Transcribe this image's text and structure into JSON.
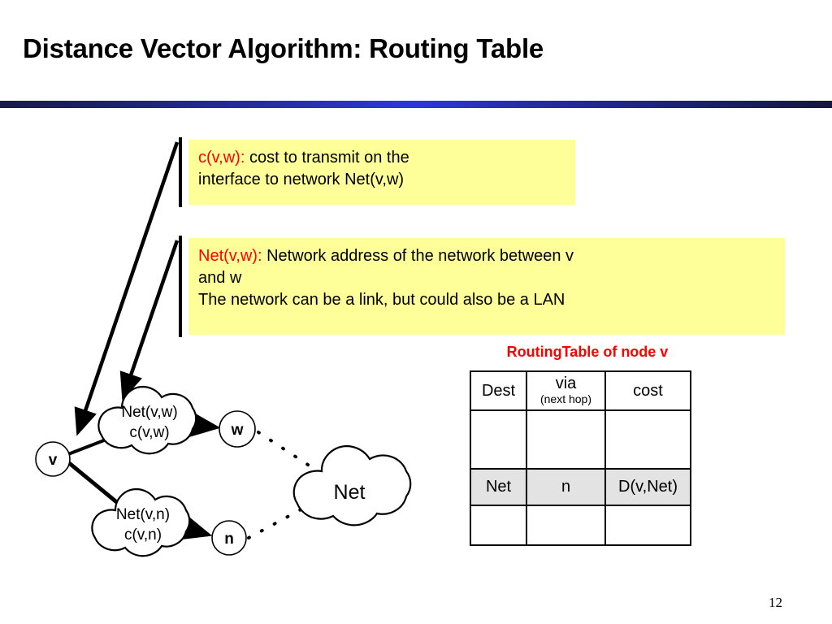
{
  "slide": {
    "title": "Distance Vector Algorithm: Routing Table",
    "page_number": "12",
    "accent_color": "#2f36d8",
    "highlight_color": "#ff0000",
    "callout_bg": "#ffff99"
  },
  "callouts": [
    {
      "name": "c(v,w)",
      "term": "c(v,w):",
      "line1": " cost to transmit on the",
      "line2": "interface to network Net(v,w)"
    },
    {
      "name": "Net(v,w)",
      "term": "Net(v,w):",
      "line1": " Network address of the network  between v",
      "line2": "and w",
      "line3": "The network can be a link, but could also be a LAN"
    }
  ],
  "routing_table": {
    "caption": "RoutingTable of node v",
    "headers": {
      "dest": "Dest",
      "via_main": "via",
      "via_sub": "(next hop)",
      "cost": "cost"
    },
    "rows": [
      {
        "dest": "",
        "via": "",
        "cost": "",
        "highlighted": false
      },
      {
        "dest": "Net",
        "via": "n",
        "cost": "D(v,Net)",
        "highlighted": true
      },
      {
        "dest": "",
        "via": "",
        "cost": "",
        "highlighted": false
      }
    ]
  },
  "diagram": {
    "nodes": [
      {
        "id": "v",
        "label": "v"
      },
      {
        "id": "w",
        "label": "w"
      },
      {
        "id": "n",
        "label": "n"
      }
    ],
    "clouds": [
      {
        "id": "cloud-vw",
        "line1": "Net(v,w)",
        "line2": "c(v,w)"
      },
      {
        "id": "cloud-vn",
        "line1": "Net(v,n)",
        "line2": "c(v,n)"
      },
      {
        "id": "cloud-net",
        "line1": "Net",
        "line2": ""
      }
    ]
  }
}
